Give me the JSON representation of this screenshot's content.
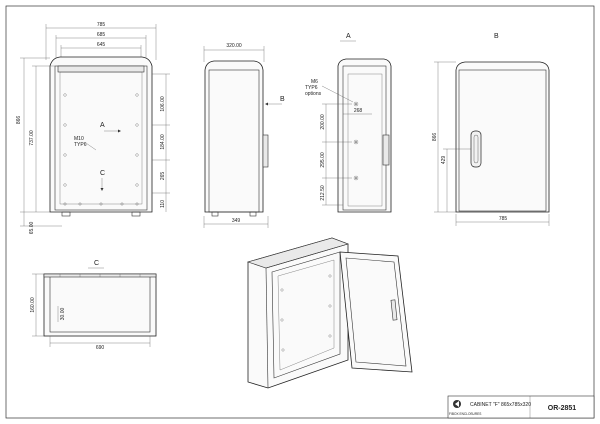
{
  "view_front": {
    "overall_width": "785",
    "inner_width": "685",
    "mount_width": "645",
    "overall_height": "866",
    "inner_height": "737.00",
    "bottom_offset": "65.00",
    "bolt_label": "M10",
    "bolt_sub": "TYP6",
    "section_mark_a": "A",
    "section_mark_c": "C",
    "right_dim_1": "106.00",
    "right_dim_2": "184.00",
    "right_dim_3": "265",
    "right_dim_4": "110"
  },
  "view_side": {
    "top_width": "320.00",
    "bottom_width": "349",
    "section_mark_b": "B"
  },
  "view_a": {
    "label": "A",
    "screw_label": "M6",
    "screw_sub_1": "TYP6",
    "screw_sub_2": "options",
    "dim_268": "268",
    "dim_1": "200.00",
    "dim_2": "295.00",
    "dim_3": "212.50"
  },
  "view_b": {
    "label": "B",
    "height": "866",
    "handle_height": "429",
    "width": "785"
  },
  "view_c": {
    "label": "C",
    "depth": "160.00",
    "inner": "30.00",
    "width": "690"
  },
  "title_block": {
    "title": "CABINET \"F\" 865x785x320",
    "company": "FIBOX ENCLOSURES",
    "drawing_no": "OR-2851"
  }
}
